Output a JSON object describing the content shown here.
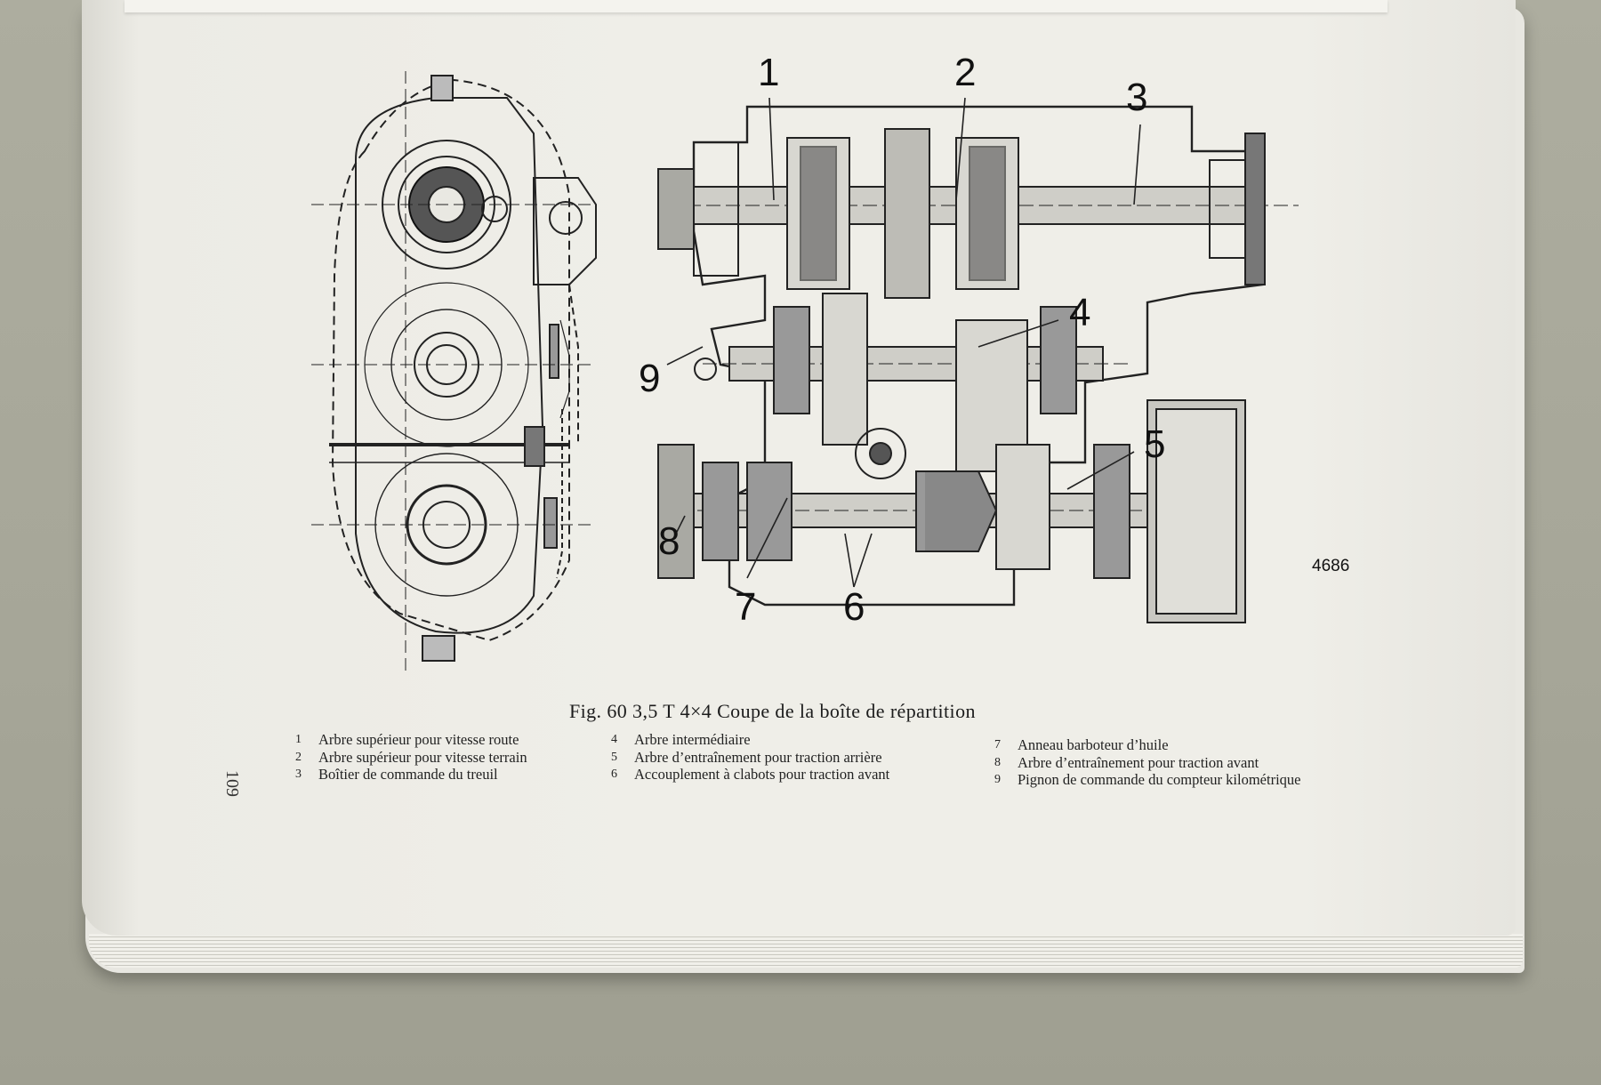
{
  "figure": {
    "title": "Fig. 60   3,5 T 4×4  Coupe de la boîte de répartition",
    "drawing_number": "4686",
    "callouts": [
      "1",
      "2",
      "3",
      "4",
      "5",
      "6",
      "7",
      "8",
      "9"
    ]
  },
  "legend": {
    "col1": [
      {
        "num": "1",
        "text": "Arbre supérieur pour vitesse route"
      },
      {
        "num": "2",
        "text": "Arbre supérieur pour vitesse terrain"
      },
      {
        "num": "3",
        "text": "Boîtier de commande du treuil"
      }
    ],
    "col2": [
      {
        "num": "4",
        "text": "Arbre intermédiaire"
      },
      {
        "num": "5",
        "text": "Arbre d’entraînement pour traction arrière"
      },
      {
        "num": "6",
        "text": "Accouplement à clabots pour traction avant"
      }
    ],
    "col3": [
      {
        "num": "7",
        "text": "Anneau barboteur d’huile"
      },
      {
        "num": "8",
        "text": "Arbre d’entraînement pour traction avant"
      },
      {
        "num": "9",
        "text": "Pignon de commande du compteur kilométrique"
      }
    ]
  },
  "page_number": "109"
}
